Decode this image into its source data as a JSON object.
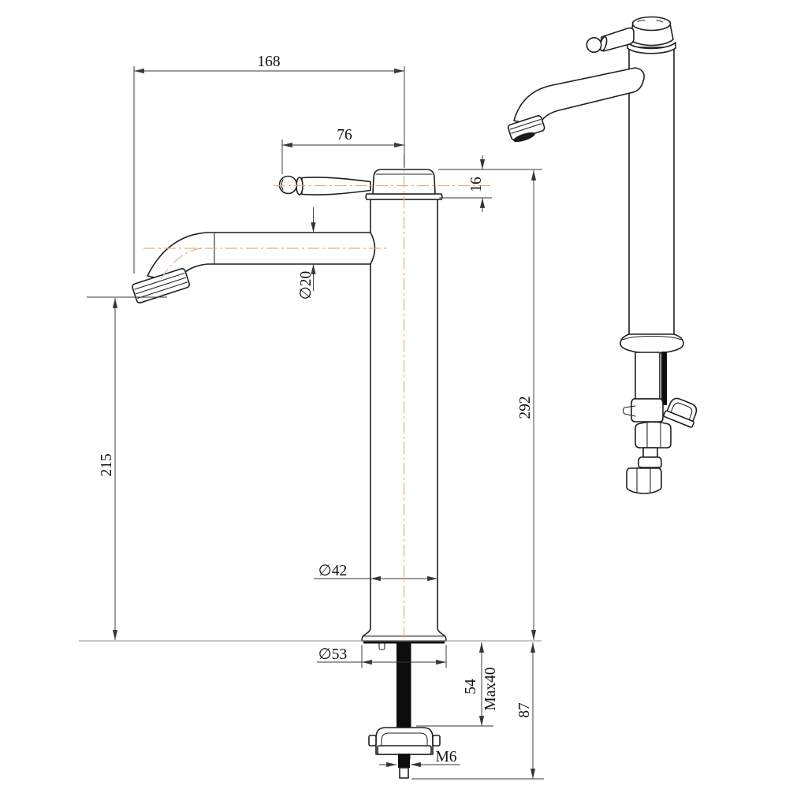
{
  "drawing": {
    "dims": {
      "d168": "168",
      "d76": "76",
      "d16": "16",
      "d20": "∅20",
      "d215": "215",
      "d292": "292",
      "d42": "∅42",
      "d53": "∅53",
      "d54": "54",
      "dMax40": "Max40",
      "d87": "87",
      "dM6": "M6"
    },
    "style": {
      "centerline_color": "#dcb08c",
      "line_color": "#1f1f1f",
      "dim_color": "#363636",
      "background": "#ffffff"
    }
  }
}
